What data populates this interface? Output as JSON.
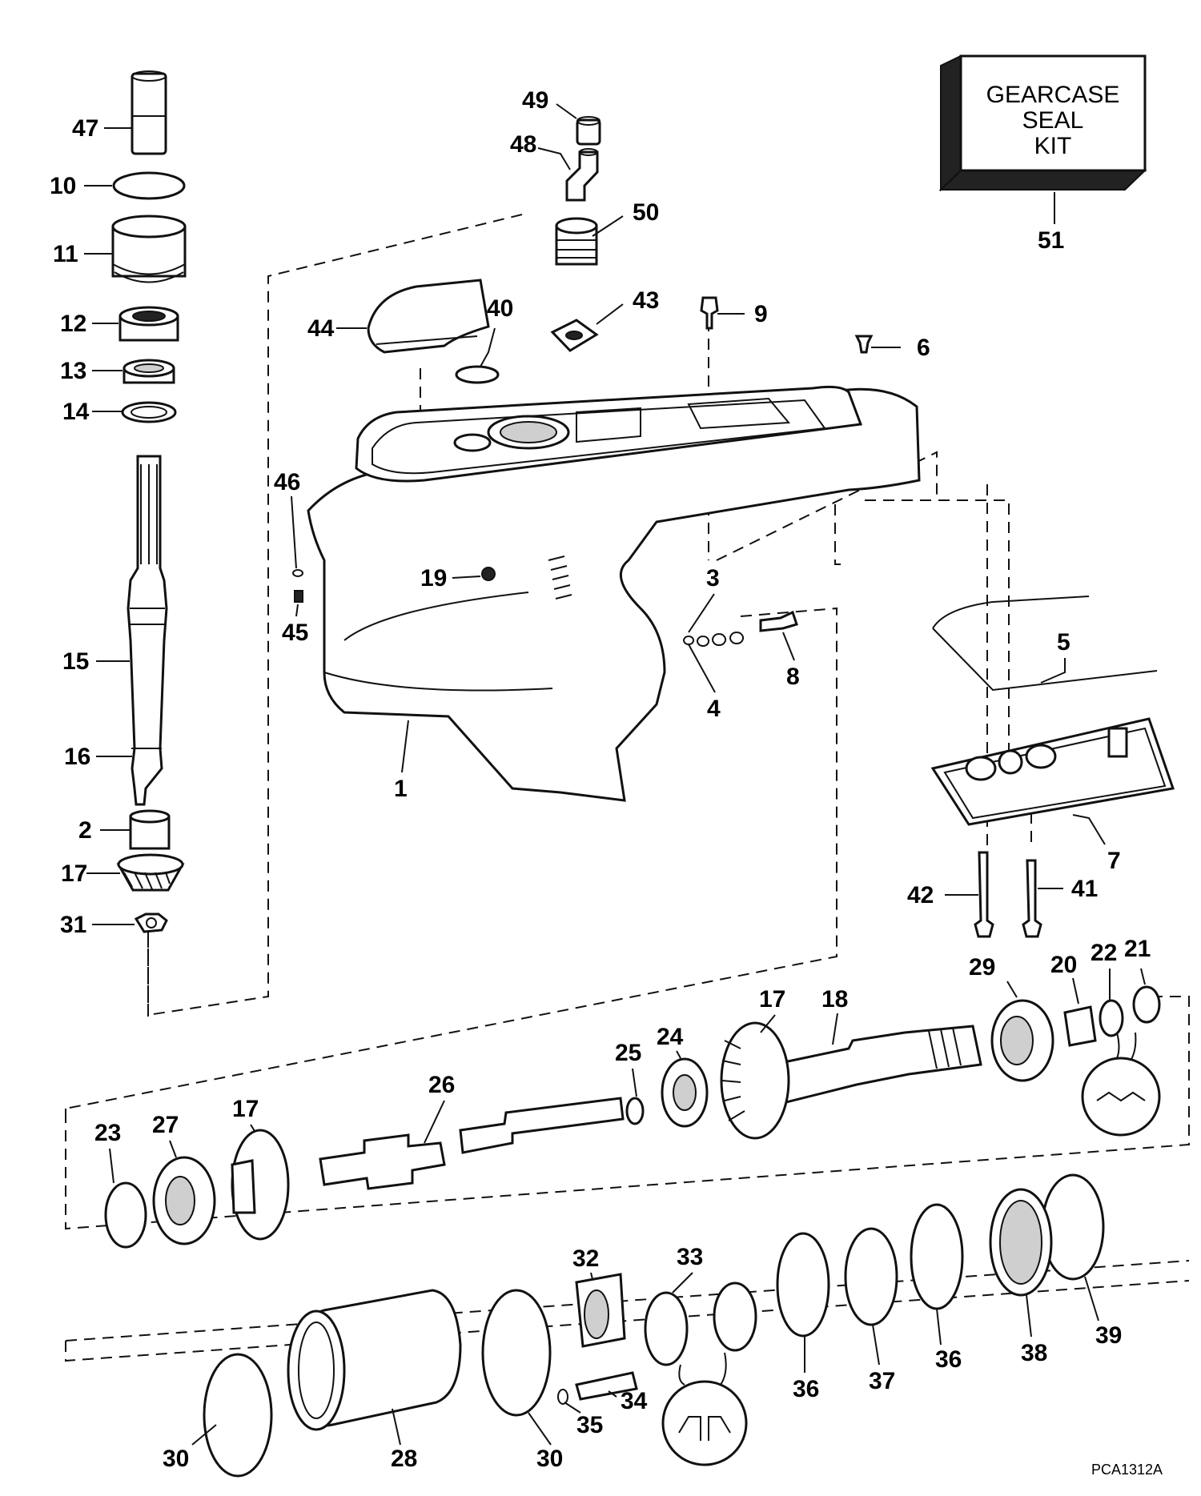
{
  "kit_box": {
    "line1": "GEARCASE",
    "line2": "SEAL",
    "line3": "KIT"
  },
  "drawing_code": "PCA1312A",
  "callouts": [
    {
      "id": "c47",
      "label": "47"
    },
    {
      "id": "c10",
      "label": "10"
    },
    {
      "id": "c11",
      "label": "11"
    },
    {
      "id": "c12",
      "label": "12"
    },
    {
      "id": "c13",
      "label": "13"
    },
    {
      "id": "c14",
      "label": "14"
    },
    {
      "id": "c15",
      "label": "15"
    },
    {
      "id": "c16",
      "label": "16"
    },
    {
      "id": "c2",
      "label": "2"
    },
    {
      "id": "c17a",
      "label": "17"
    },
    {
      "id": "c31",
      "label": "31"
    },
    {
      "id": "c49",
      "label": "49"
    },
    {
      "id": "c48",
      "label": "48"
    },
    {
      "id": "c50",
      "label": "50"
    },
    {
      "id": "c43",
      "label": "43"
    },
    {
      "id": "c44",
      "label": "44"
    },
    {
      "id": "c40",
      "label": "40"
    },
    {
      "id": "c9",
      "label": "9"
    },
    {
      "id": "c6",
      "label": "6"
    },
    {
      "id": "c51",
      "label": "51"
    },
    {
      "id": "c46",
      "label": "46"
    },
    {
      "id": "c19",
      "label": "19"
    },
    {
      "id": "c45",
      "label": "45"
    },
    {
      "id": "c3",
      "label": "3"
    },
    {
      "id": "c4",
      "label": "4"
    },
    {
      "id": "c8",
      "label": "8"
    },
    {
      "id": "c1",
      "label": "1"
    },
    {
      "id": "c5",
      "label": "5"
    },
    {
      "id": "c7",
      "label": "7"
    },
    {
      "id": "c42",
      "label": "42"
    },
    {
      "id": "c41",
      "label": "41"
    },
    {
      "id": "c29",
      "label": "29"
    },
    {
      "id": "c20",
      "label": "20"
    },
    {
      "id": "c22",
      "label": "22"
    },
    {
      "id": "c21",
      "label": "21"
    },
    {
      "id": "c17b",
      "label": "17"
    },
    {
      "id": "c18",
      "label": "18"
    },
    {
      "id": "c24",
      "label": "24"
    },
    {
      "id": "c25",
      "label": "25"
    },
    {
      "id": "c26",
      "label": "26"
    },
    {
      "id": "c17c",
      "label": "17"
    },
    {
      "id": "c27",
      "label": "27"
    },
    {
      "id": "c23",
      "label": "23"
    },
    {
      "id": "c32",
      "label": "32"
    },
    {
      "id": "c33",
      "label": "33"
    },
    {
      "id": "c34",
      "label": "34"
    },
    {
      "id": "c35",
      "label": "35"
    },
    {
      "id": "c30a",
      "label": "30"
    },
    {
      "id": "c28",
      "label": "28"
    },
    {
      "id": "c30b",
      "label": "30"
    },
    {
      "id": "c36a",
      "label": "36"
    },
    {
      "id": "c37",
      "label": "37"
    },
    {
      "id": "c36b",
      "label": "36"
    },
    {
      "id": "c38",
      "label": "38"
    },
    {
      "id": "c39",
      "label": "39"
    }
  ]
}
